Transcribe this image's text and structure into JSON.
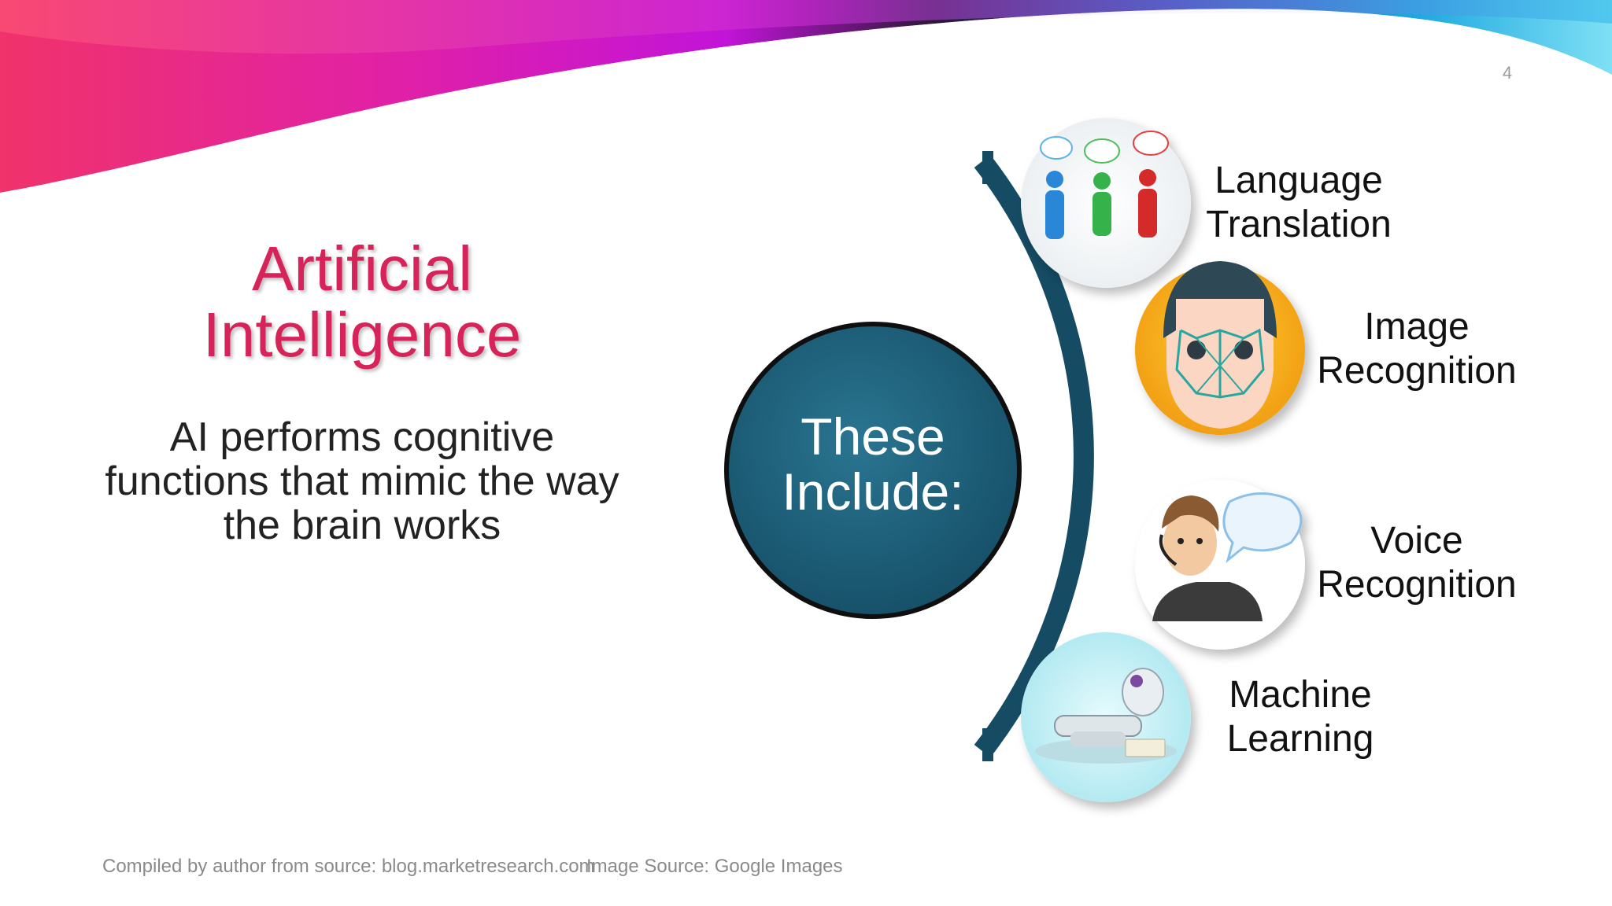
{
  "slide": {
    "page_number": "4",
    "title_line1": "Artificial",
    "title_line2": "Intelligence",
    "subtitle": "AI performs cognitive functions that mimic the way the brain works",
    "center_line1": "These",
    "center_line2": "Include:"
  },
  "items": [
    {
      "line1": "Language",
      "line2": "Translation",
      "icon": "people-speech-icon"
    },
    {
      "line1": "Image",
      "line2": "Recognition",
      "icon": "face-scan-icon"
    },
    {
      "line1": "Voice",
      "line2": "Recognition",
      "icon": "headset-avatar-icon"
    },
    {
      "line1": "Machine",
      "line2": "Learning",
      "icon": "robot-reading-icon"
    }
  ],
  "footer": {
    "compiled": "Compiled by author from source: blog.marketresearch.com",
    "image_source": "Image Source: Google Images"
  },
  "colors": {
    "title": "#d6245a",
    "center_circle": "#1c5f79",
    "arc": "#154b63"
  }
}
